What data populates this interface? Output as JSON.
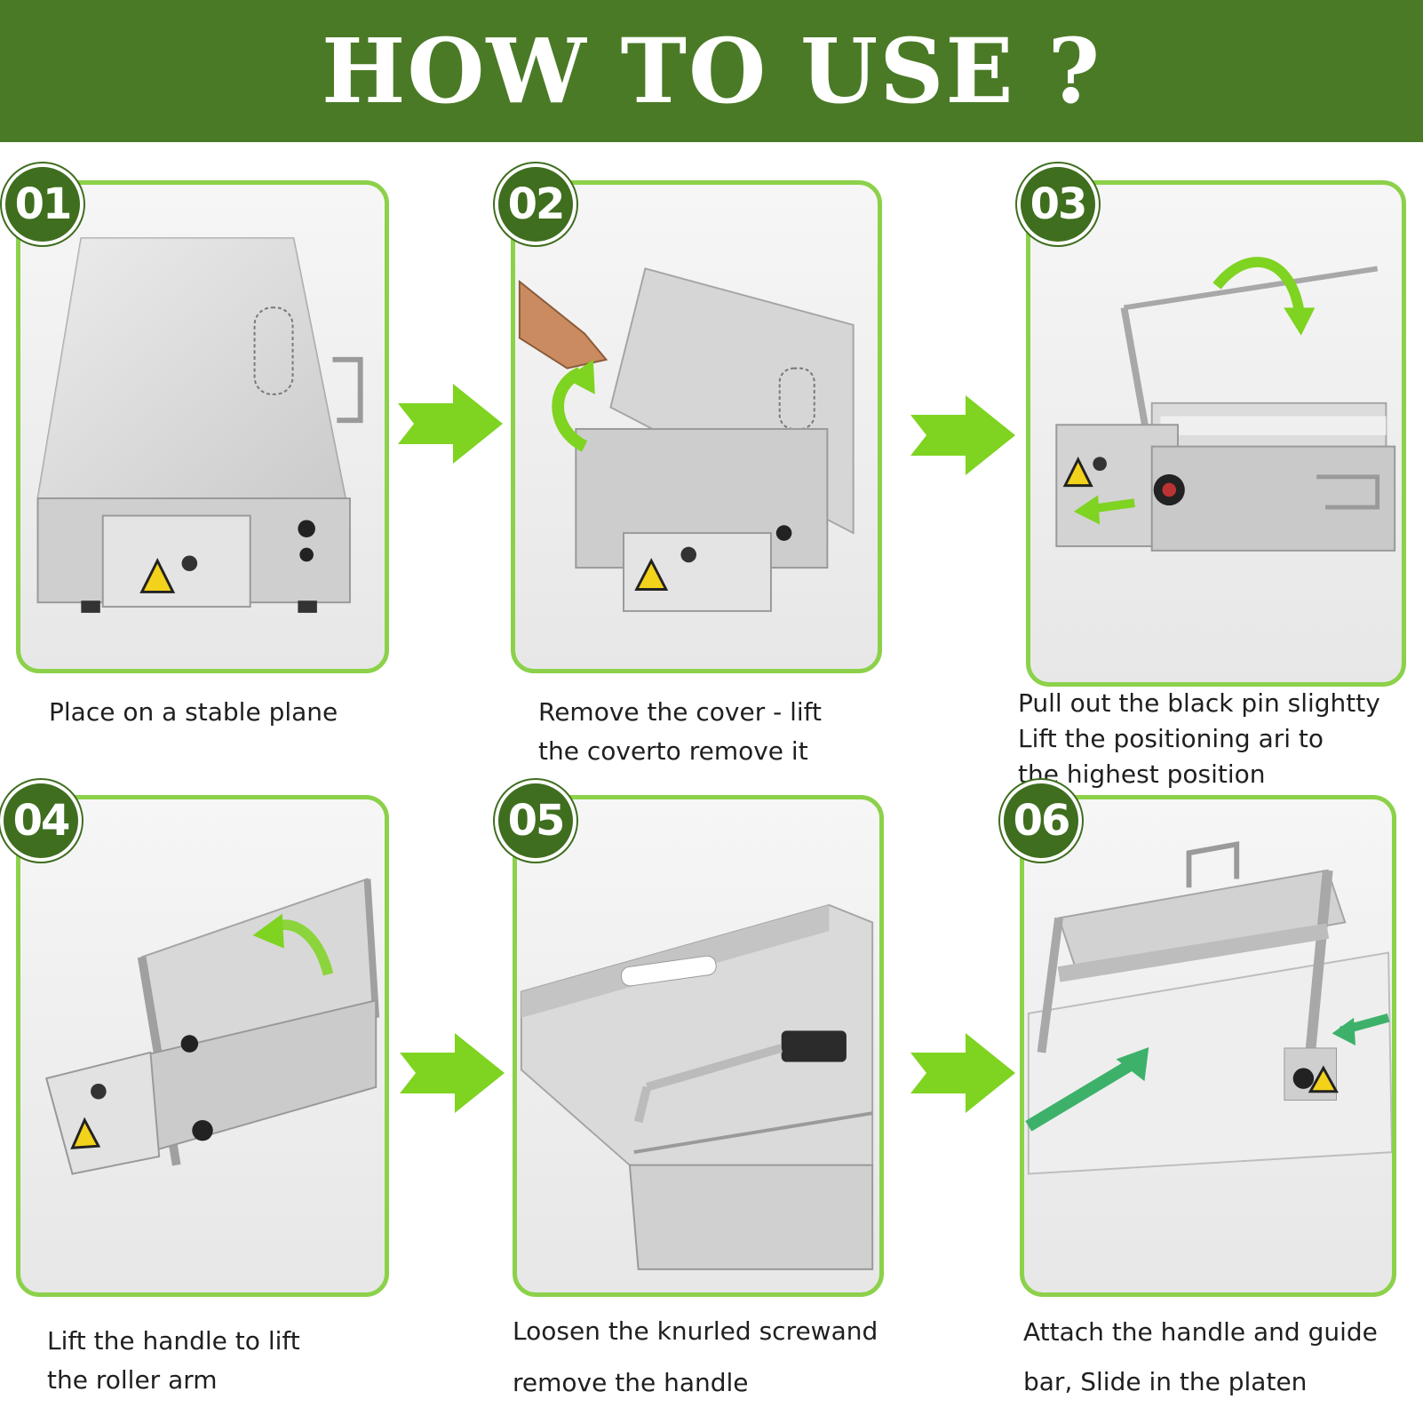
{
  "header": {
    "title": "HOW TO USE ?"
  },
  "colors": {
    "header_bg": "#4a7a26",
    "panel_border": "#8cd14a",
    "badge_bg": "#3f6e1f",
    "arrow": "#7fd321"
  },
  "steps": [
    {
      "number": "01",
      "caption": "Place on a stable plane"
    },
    {
      "number": "02",
      "caption": "Remove the cover - lift\nthe coverto remove it"
    },
    {
      "number": "03",
      "caption": "Pull out the black pin slightty\nLift the positioning ari to\nthe highest position"
    },
    {
      "number": "04",
      "caption": "Lift the handle to lift\nthe roller arm"
    },
    {
      "number": "05",
      "caption": "Loosen the knurled screwand\nremove the handle"
    },
    {
      "number": "06",
      "caption": "Attach the handle and guide\nbar, Slide in the platen"
    }
  ],
  "icons": {
    "arrow": "right-arrow-icon",
    "warning": "warning-triangle-icon"
  }
}
